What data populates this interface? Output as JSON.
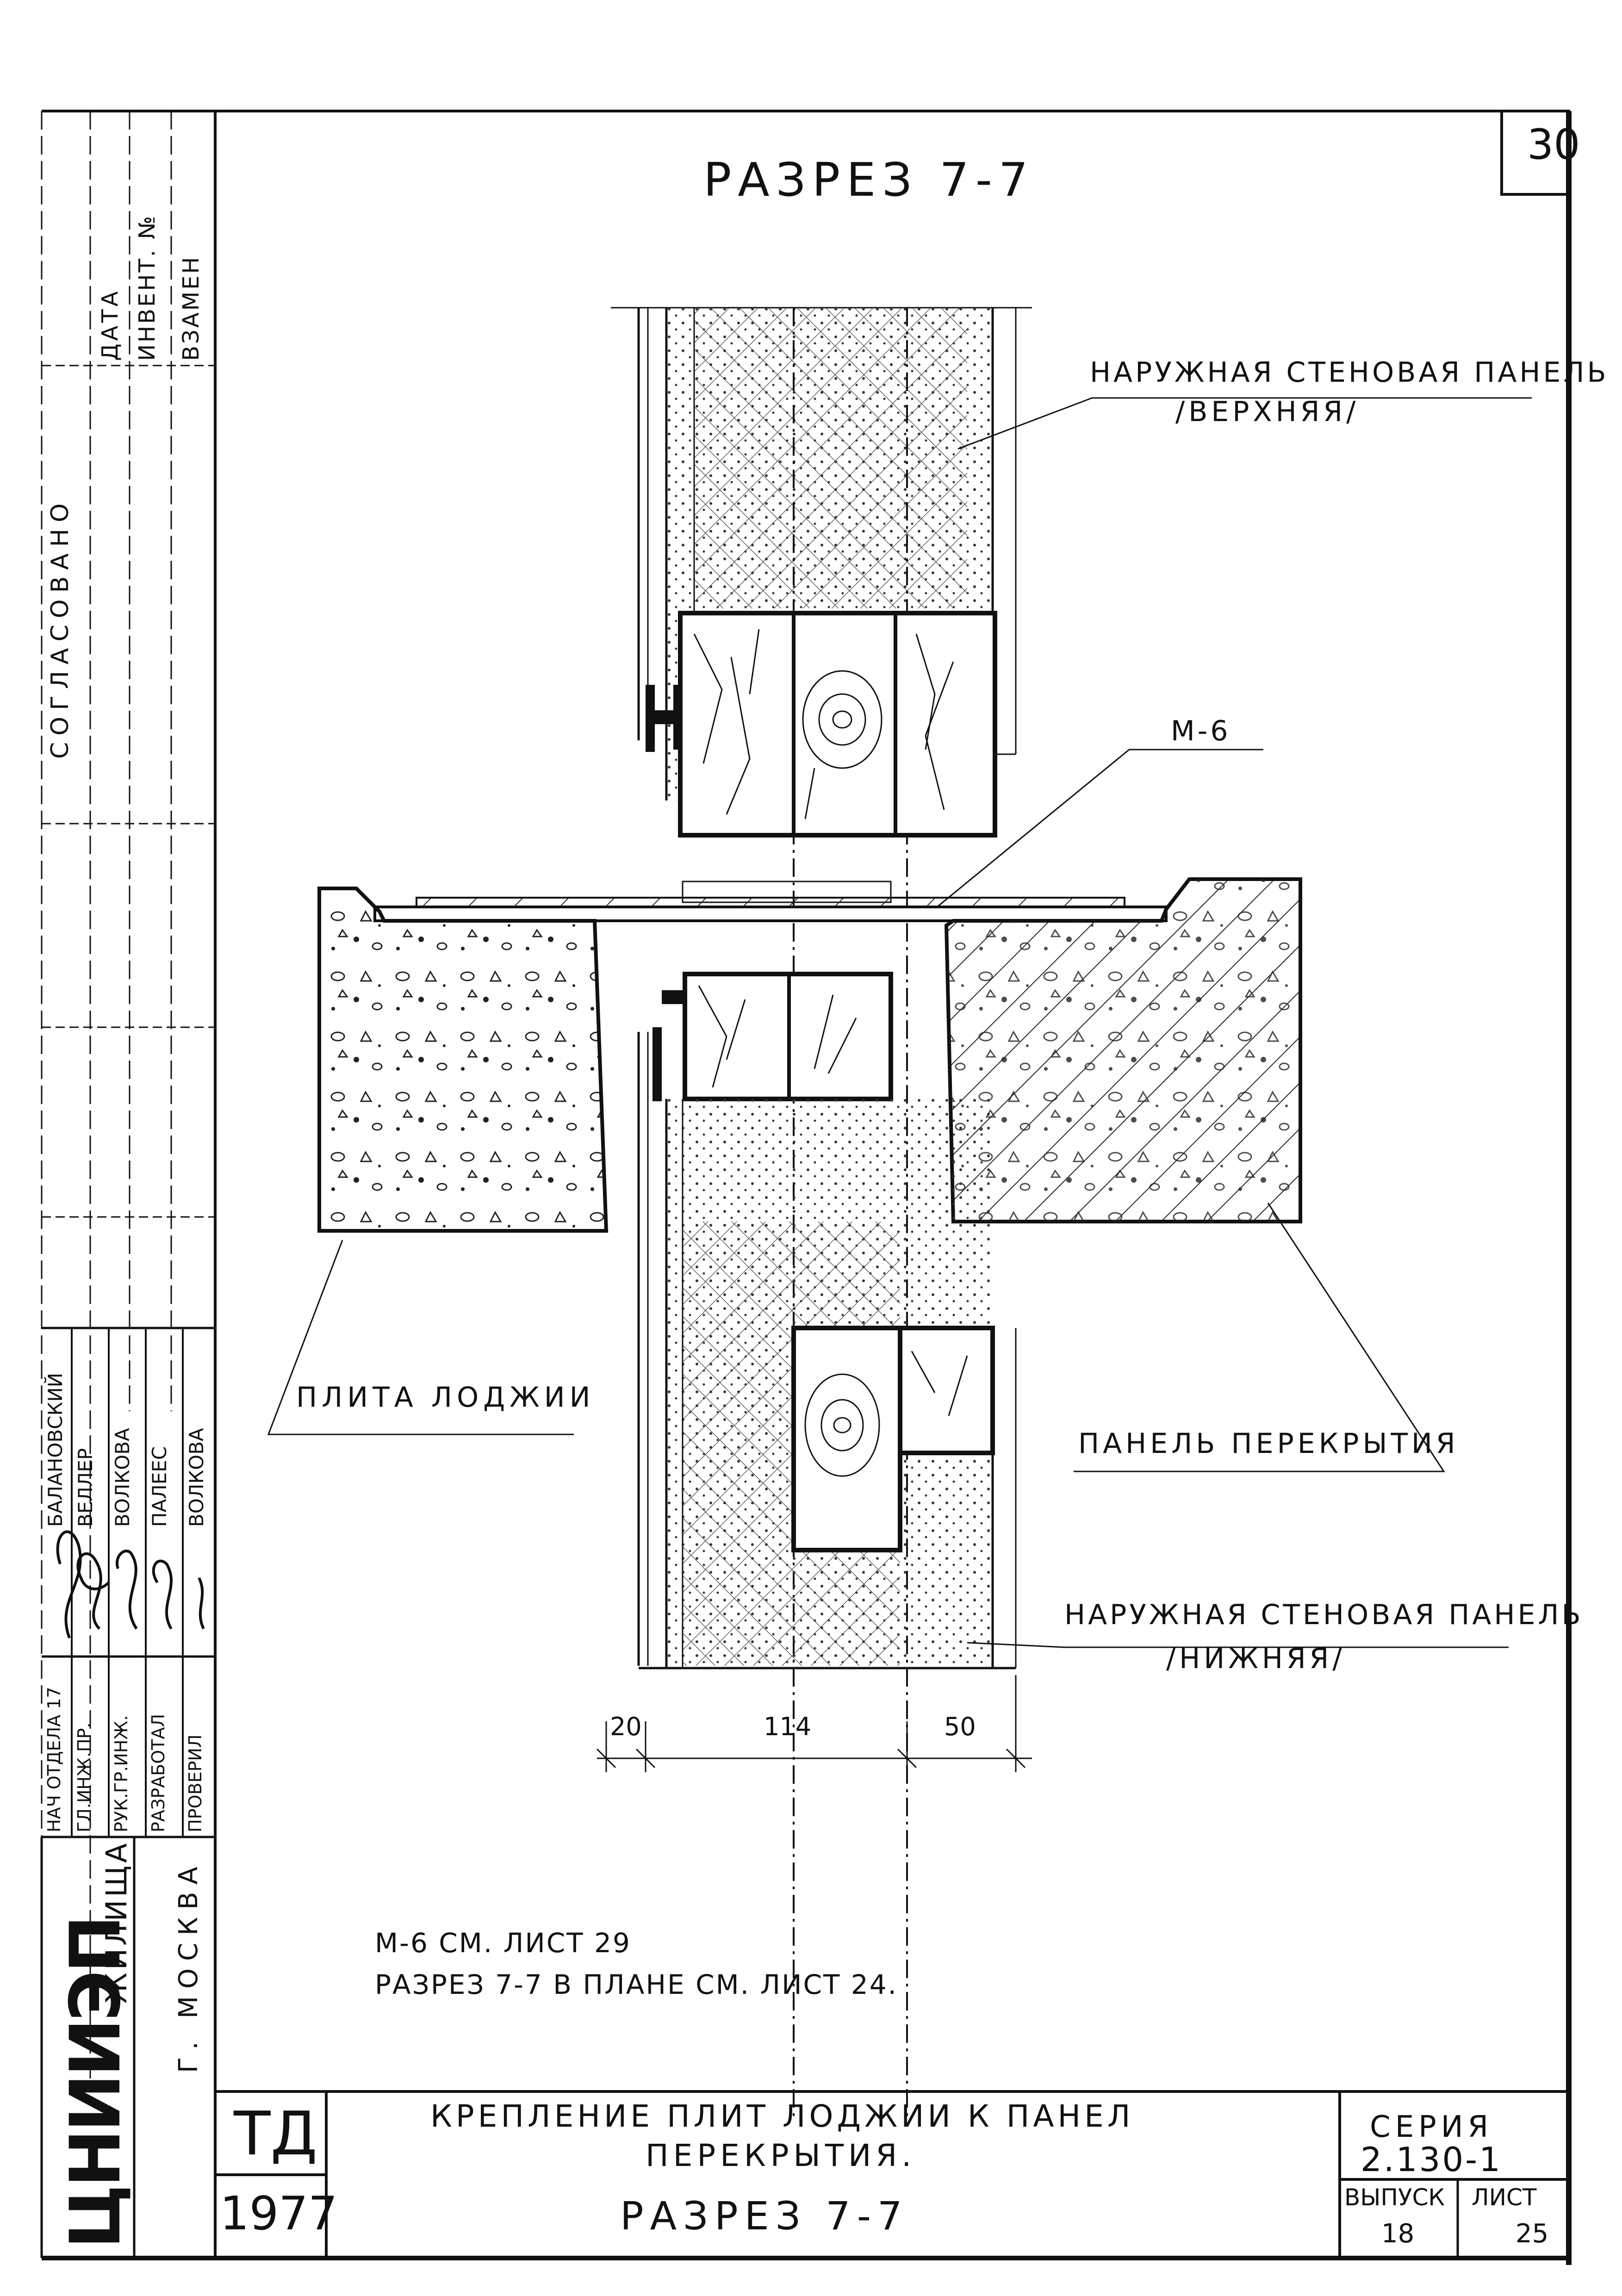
{
  "sheet_number": "30",
  "section_title": "РАЗРЕЗ 7-7",
  "labels": {
    "upper_panel_line1": "НАРУЖНАЯ СТЕНОВАЯ ПАНЕЛЬ",
    "upper_panel_line2": "/ВЕРХНЯЯ/",
    "m6": "М-6",
    "loggia_slab": "ПЛИТА ЛОДЖИИ",
    "floor_panel": "ПАНЕЛЬ ПЕРЕКРЫТИЯ",
    "lower_panel_line1": "НАРУЖНАЯ СТЕНОВАЯ ПАНЕЛЬ",
    "lower_panel_line2": "/НИЖНЯЯ/"
  },
  "dimensions": {
    "d1": "20",
    "d2": "114",
    "d3": "50"
  },
  "notes": {
    "line1": "М-6  СМ. ЛИСТ 29",
    "line2": "РАЗРЕЗ 7-7 В ПЛАНЕ СМ. ЛИСТ 24."
  },
  "left_strip": {
    "date": "ДАТА",
    "inv_no": "ИНВЕНТ. №",
    "replace": "ВЗАМЕН",
    "agreed": "СОГЛАСОВАНО",
    "roles": [
      "НАЧ ОТДЕЛА 17",
      "ГЛ.ИНЖ.ПР.",
      "РУК.ГР.ИНЖ.",
      "РАЗРАБОТАЛ",
      "ПРОВЕРИЛ"
    ],
    "names": [
      "БАЛАНОВСКИЙ",
      "ВЕЛЛЕР",
      "ВОЛКОВА",
      "ПАЛЕЕС",
      "ВОЛКОВА"
    ],
    "org_main": "ЦНИИЭП",
    "org_sub": "ЖИЛИЩА",
    "city": "Г. МОСКВА"
  },
  "title_block": {
    "td": "ТД",
    "year": "1977",
    "title_line1": "КРЕПЛЕНИЕ ПЛИТ  ЛОДЖИИ К ПАНЕЛ",
    "title_line2": "ПЕРЕКРЫТИЯ.",
    "title_line3": "РАЗРЕЗ 7-7",
    "series_label": "СЕРИЯ",
    "series_value": "2.130-1",
    "issue_label": "ВЫПУСК",
    "issue_value": "18",
    "sheet_label": "ЛИСТ",
    "sheet_value": "25"
  }
}
